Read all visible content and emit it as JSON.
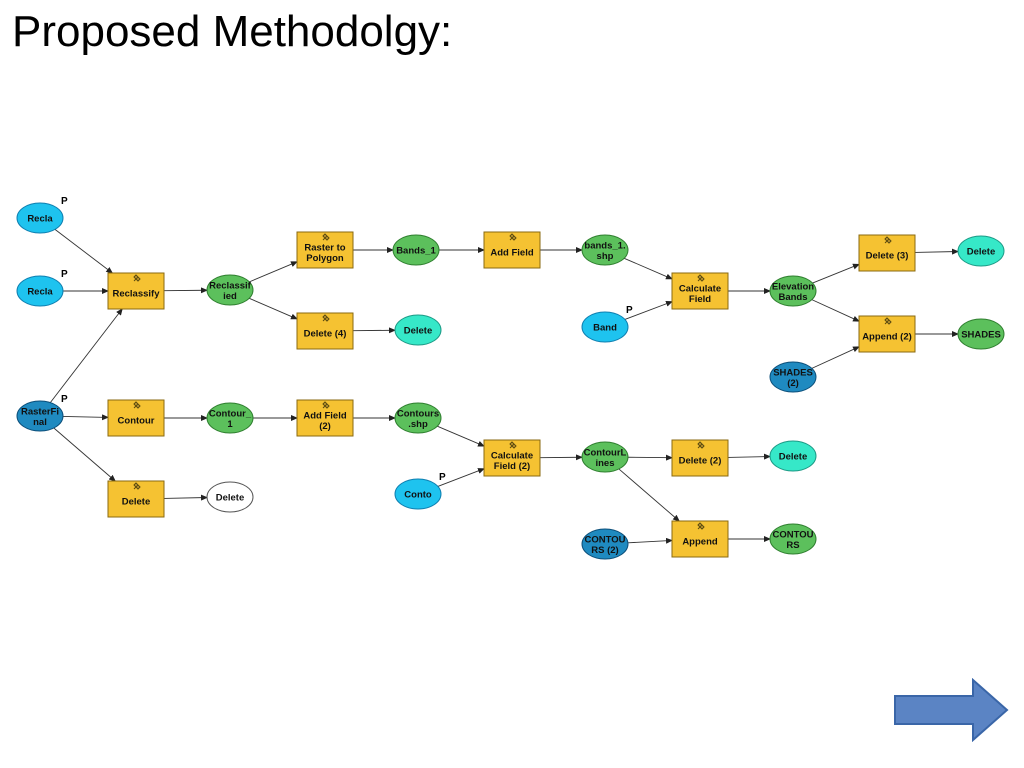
{
  "slide": {
    "title": "Proposed Methodolgy:"
  },
  "colors": {
    "input_light": "#1ec3ef",
    "input_dark": "#1f8ac0",
    "output_green": "#5cc05c",
    "output_cyan": "#36e8c8",
    "output_white": "#ffffff",
    "tool_yellow": "#f5c232",
    "nav_arrow": "#5b84c4"
  },
  "diagram": {
    "nodes": {
      "recla_1": {
        "label": [
          "Recla"
        ],
        "kind": "input_light",
        "param": "P"
      },
      "recla_2": {
        "label": [
          "Recla"
        ],
        "kind": "input_light",
        "param": "P"
      },
      "rasterfinal": {
        "label": [
          "RasterFi",
          "nal"
        ],
        "kind": "input_dark",
        "param": "P"
      },
      "reclassify": {
        "label": [
          "Reclassify"
        ],
        "kind": "tool"
      },
      "reclassified": {
        "label": [
          "Reclassif",
          "ied"
        ],
        "kind": "output_green"
      },
      "raster_to_polygon": {
        "label": [
          "Raster to",
          "Polygon"
        ],
        "kind": "tool"
      },
      "bands_1": {
        "label": [
          "Bands_1"
        ],
        "kind": "output_green"
      },
      "add_field": {
        "label": [
          "Add Field"
        ],
        "kind": "tool"
      },
      "bands_1_shp": {
        "label": [
          "bands_1.",
          "shp"
        ],
        "kind": "output_green"
      },
      "delete_4": {
        "label": [
          "Delete (4)"
        ],
        "kind": "tool"
      },
      "delete_out_4": {
        "label": [
          "Delete"
        ],
        "kind": "output_cyan"
      },
      "band": {
        "label": [
          "Band"
        ],
        "kind": "input_light",
        "param": "P"
      },
      "calculate_field": {
        "label": [
          "Calculate",
          "Field"
        ],
        "kind": "tool"
      },
      "elevation_bands": {
        "label": [
          "Elevation",
          "Bands"
        ],
        "kind": "output_green"
      },
      "delete_3": {
        "label": [
          "Delete (3)"
        ],
        "kind": "tool"
      },
      "delete_out_3": {
        "label": [
          "Delete"
        ],
        "kind": "output_cyan"
      },
      "append_2": {
        "label": [
          "Append (2)"
        ],
        "kind": "tool"
      },
      "shades": {
        "label": [
          "SHADES"
        ],
        "kind": "output_green"
      },
      "shades_2": {
        "label": [
          "SHADES",
          "(2)"
        ],
        "kind": "input_dark"
      },
      "contour": {
        "label": [
          "Contour"
        ],
        "kind": "tool"
      },
      "contour_1": {
        "label": [
          "Contour_",
          "1"
        ],
        "kind": "output_green"
      },
      "add_field_2": {
        "label": [
          "Add Field",
          "(2)"
        ],
        "kind": "tool"
      },
      "contours_shp": {
        "label": [
          "Contours",
          ".shp"
        ],
        "kind": "output_green"
      },
      "conto": {
        "label": [
          "Conto"
        ],
        "kind": "input_light",
        "param": "P"
      },
      "calculate_field_2": {
        "label": [
          "Calculate",
          "Field (2)"
        ],
        "kind": "tool"
      },
      "contourlines": {
        "label": [
          "ContourL",
          "ines"
        ],
        "kind": "output_green"
      },
      "delete_2": {
        "label": [
          "Delete (2)"
        ],
        "kind": "tool"
      },
      "delete_out_2": {
        "label": [
          "Delete"
        ],
        "kind": "output_cyan"
      },
      "contours_2": {
        "label": [
          "CONTOU",
          "RS (2)"
        ],
        "kind": "input_dark"
      },
      "append": {
        "label": [
          "Append"
        ],
        "kind": "tool"
      },
      "contours": {
        "label": [
          "CONTOU",
          "RS"
        ],
        "kind": "output_green"
      },
      "delete": {
        "label": [
          "Delete"
        ],
        "kind": "tool"
      },
      "delete_out": {
        "label": [
          "Delete"
        ],
        "kind": "output_white"
      }
    },
    "edges": [
      [
        "recla_1",
        "reclassify"
      ],
      [
        "recla_2",
        "reclassify"
      ],
      [
        "rasterfinal",
        "reclassify"
      ],
      [
        "reclassify",
        "reclassified"
      ],
      [
        "reclassified",
        "raster_to_polygon"
      ],
      [
        "reclassified",
        "delete_4"
      ],
      [
        "raster_to_polygon",
        "bands_1"
      ],
      [
        "bands_1",
        "add_field"
      ],
      [
        "add_field",
        "bands_1_shp"
      ],
      [
        "delete_4",
        "delete_out_4"
      ],
      [
        "bands_1_shp",
        "calculate_field"
      ],
      [
        "band",
        "calculate_field"
      ],
      [
        "calculate_field",
        "elevation_bands"
      ],
      [
        "elevation_bands",
        "delete_3"
      ],
      [
        "elevation_bands",
        "append_2"
      ],
      [
        "delete_3",
        "delete_out_3"
      ],
      [
        "append_2",
        "shades"
      ],
      [
        "shades_2",
        "append_2"
      ],
      [
        "rasterfinal",
        "contour"
      ],
      [
        "rasterfinal",
        "delete"
      ],
      [
        "contour",
        "contour_1"
      ],
      [
        "contour_1",
        "add_field_2"
      ],
      [
        "add_field_2",
        "contours_shp"
      ],
      [
        "contours_shp",
        "calculate_field_2"
      ],
      [
        "conto",
        "calculate_field_2"
      ],
      [
        "calculate_field_2",
        "contourlines"
      ],
      [
        "contourlines",
        "delete_2"
      ],
      [
        "contourlines",
        "append"
      ],
      [
        "delete_2",
        "delete_out_2"
      ],
      [
        "contours_2",
        "append"
      ],
      [
        "append",
        "contours"
      ],
      [
        "delete",
        "delete_out"
      ]
    ]
  },
  "nav": {
    "next_icon": "right-arrow-icon"
  }
}
